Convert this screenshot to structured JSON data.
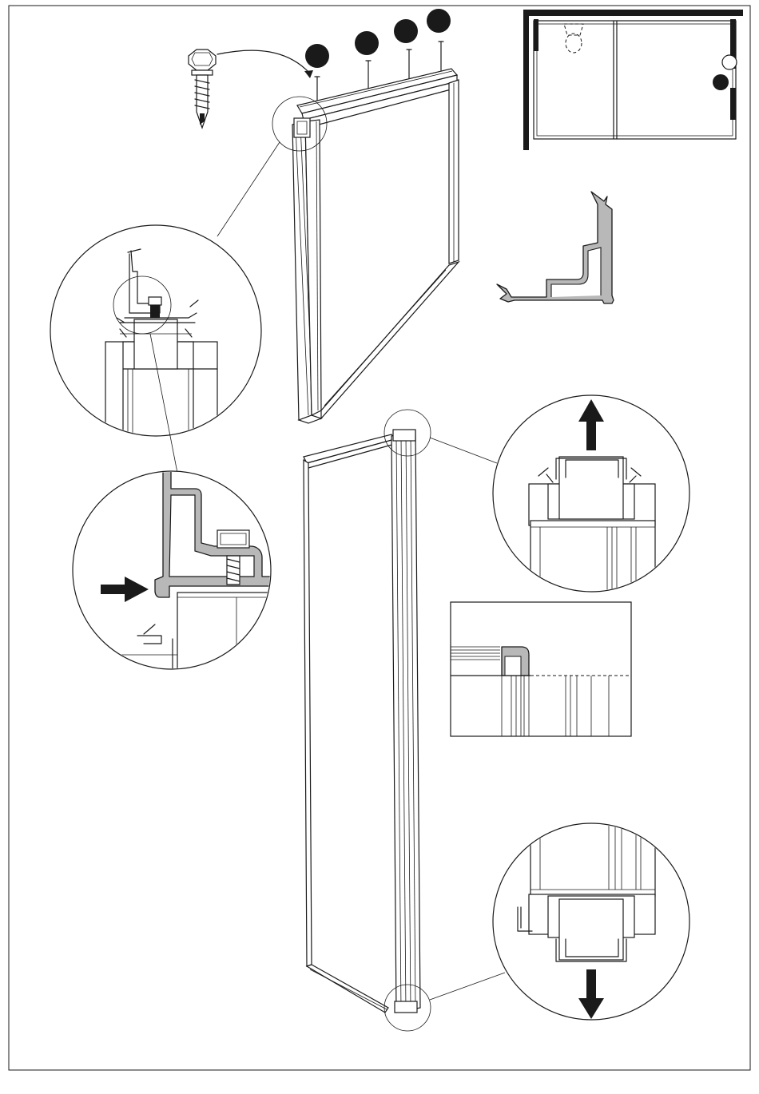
{
  "diagram": {
    "step_markers": [
      "marker-1",
      "marker-2",
      "marker-3",
      "marker-4"
    ],
    "icons": [
      "self-drilling-screw-icon",
      "arrow-up-icon",
      "arrow-down-icon",
      "arrow-right-icon"
    ],
    "colors": {
      "line": "#1a1a1a",
      "profile_fill": "#b8b8b8",
      "background": "#ffffff"
    }
  }
}
